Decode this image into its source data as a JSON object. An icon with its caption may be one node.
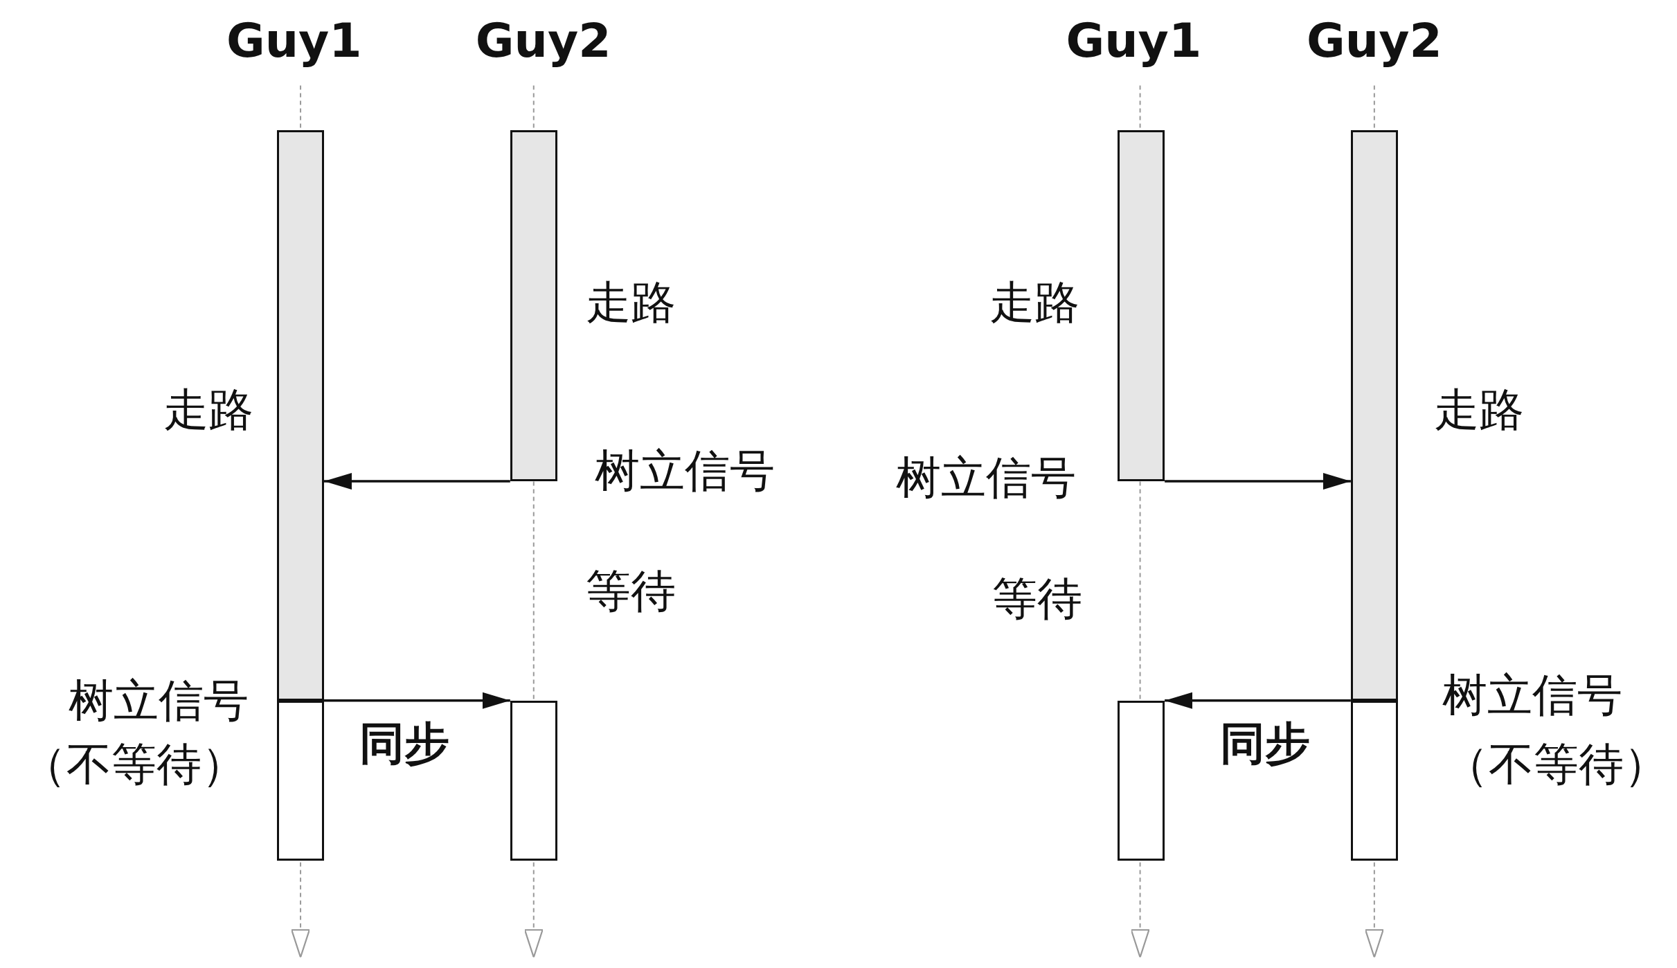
{
  "diagram": {
    "nodes": [
      {
        "text": [],
        "shape": "bar"
      },
      {
        "text": [],
        "shape": "bar"
      },
      {
        "text": [],
        "shape": "bar"
      },
      {
        "text": [],
        "shape": "bar"
      },
      {
        "text": [],
        "shape": "bar"
      },
      {
        "text": [],
        "shape": "bar"
      },
      {
        "text": [],
        "shape": "bar"
      },
      {
        "text": [],
        "shape": "bar"
      }
    ],
    "edges": [
      {
        "from": 1,
        "to": 0,
        "arrow": "to"
      },
      {
        "from": 2,
        "to": 3,
        "arrow": "to",
        "label": "同步"
      },
      {
        "from": 4,
        "to": 5,
        "arrow": "to"
      },
      {
        "from": 7,
        "to": 6,
        "arrow": "to",
        "label": "同步"
      }
    ],
    "labels": [
      "Guy1",
      "Guy2",
      "Guy1",
      "Guy2",
      "走路",
      "走路",
      "走路",
      "走路",
      "树立信号",
      "树立信号",
      "等待",
      "等待",
      "树立信号",
      "树立信号",
      "（不等待）",
      "（不等待）"
    ]
  }
}
